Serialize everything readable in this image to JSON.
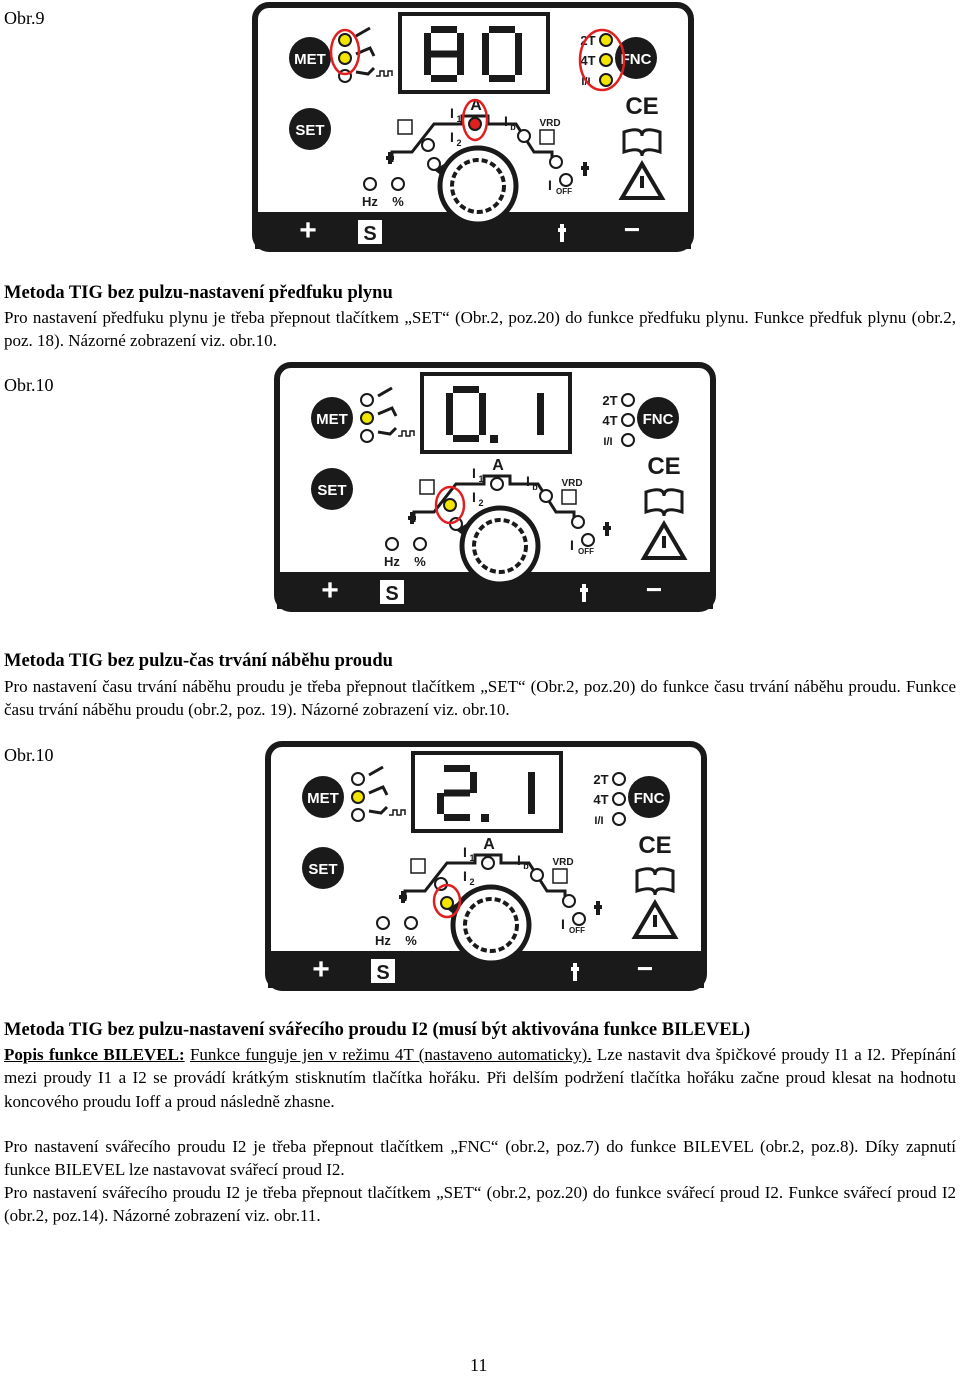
{
  "figures": [
    {
      "caption": "Obr.9",
      "display": "80",
      "lamps": {
        "met1": "yellow",
        "met2": "yellow",
        "met3": "off",
        "t2": "yellow",
        "t4": "yellow",
        "i1i2": "yellow",
        "pre": "off",
        "slope": "off",
        "amp": "red",
        "ib": "off",
        "down": "off",
        "post": "off",
        "hz": "off",
        "pct": "off"
      },
      "red_rings": [
        "met",
        "amp",
        "mode"
      ]
    },
    {
      "caption": "Obr.10",
      "display": "0.1",
      "lamps": {
        "met1": "off",
        "met2": "yellow",
        "met3": "off",
        "t2": "off",
        "t4": "off",
        "i1i2": "off",
        "pre": "yellow",
        "slope": "off",
        "amp": "off",
        "ib": "off",
        "down": "off",
        "post": "off",
        "hz": "off",
        "pct": "off"
      },
      "red_rings": [
        "pre"
      ]
    },
    {
      "caption": "Obr.10",
      "display": "2.1",
      "lamps": {
        "met1": "off",
        "met2": "yellow",
        "met3": "off",
        "t2": "off",
        "t4": "off",
        "i1i2": "off",
        "pre": "off",
        "slope": "yellow",
        "amp": "off",
        "ib": "off",
        "down": "off",
        "post": "off",
        "hz": "off",
        "pct": "off"
      },
      "red_rings": [
        "slope"
      ]
    }
  ],
  "panel_labels": {
    "met": "MET",
    "set": "SET",
    "fnc": "FNC",
    "t2": "2T",
    "t4": "4T",
    "i1": "I",
    "i1_sub": "1",
    "i2": "I",
    "i2_sub": "2",
    "a": "A",
    "ib": "I",
    "ib_sub": "b",
    "vrd": "VRD",
    "ioff": "I",
    "ioff_sub": "OFF",
    "hz": "Hz",
    "pct": "%",
    "plus": "+",
    "minus": "−",
    "s": "S",
    "ce": "CE"
  },
  "sections": [
    {
      "heading": "Metoda TIG bez pulzu-nastavení předfuku plynu",
      "text": "Pro nastavení předfuku plynu je třeba přepnout tlačítkem „SET“ (Obr.2, poz.20) do funkce předfuku plynu. Funkce předfuk plynu (obr.2, poz. 18). Názorné zobrazení viz. obr.10."
    },
    {
      "heading": "Metoda TIG bez pulzu-čas trvání náběhu proudu",
      "text": "Pro nastavení času trvání náběhu proudu je třeba přepnout tlačítkem „SET“ (Obr.2, poz.20) do funkce času trvání náběhu proudu. Funkce času trvání náběhu proudu (obr.2, poz. 19). Názorné zobrazení viz. obr.10."
    },
    {
      "heading": "Metoda TIG bez pulzu-nastavení svářecího proudu I2 (musí být aktivována funkce BILEVEL)",
      "label": "Popis funkce BILEVEL:",
      "label_underlined": "Funkce funguje jen v režimu 4T (nastaveno automaticky).",
      "text1": "Lze nastavit dva špičkové proudy I1 a I2. Přepínání mezi proudy I1 a I2 se provádí krátkým stisknutím tlačítka hořáku. Při delším podržení tlačítka hořáku začne proud klesat na hodnotu koncového proudu Ioff a proud následně zhasne.",
      "text2": "Pro nastavení svářecího proudu I2 je třeba přepnout tlačítkem „FNC“ (obr.2, poz.7) do funkce BILEVEL (obr.2, poz.8). Díky zapnutí funkce BILEVEL lze nastavovat svářecí proud I2.",
      "text3": "Pro nastavení svářecího proudu I2 je třeba přepnout tlačítkem „SET“ (obr.2, poz.20) do funkce svářecí proud I2. Funkce svářecí proud I2 (obr.2, poz.14). Názorné zobrazení viz. obr.11."
    }
  ],
  "colors": {
    "yellow": "#f2e600",
    "red": "#e02020",
    "panel": "#ffffff",
    "dark": "#1a1a1a"
  },
  "page_number": "11"
}
